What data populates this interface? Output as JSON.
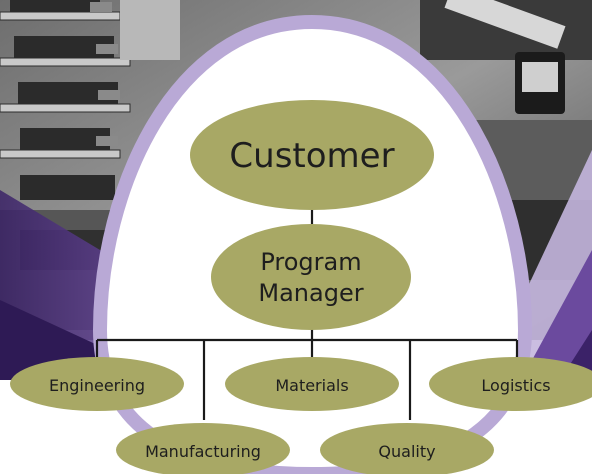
{
  "diagram": {
    "type": "org-chart",
    "colors": {
      "node_fill": "#a8a865",
      "connector": "#1a1a1a",
      "egg_fill": "#ffffff",
      "egg_border": "#b9a9d6",
      "accent_purple": "#5b3a8c"
    },
    "background_image": "grayscale photo of electronics assembly / test equipment",
    "nodes": {
      "customer": "Customer",
      "program_manager_line1": "Program",
      "program_manager_line2": "Manager",
      "engineering": "Engineering",
      "materials": "Materials",
      "logistics": "Logistics",
      "manufacturing": "Manufacturing",
      "quality": "Quality"
    }
  }
}
